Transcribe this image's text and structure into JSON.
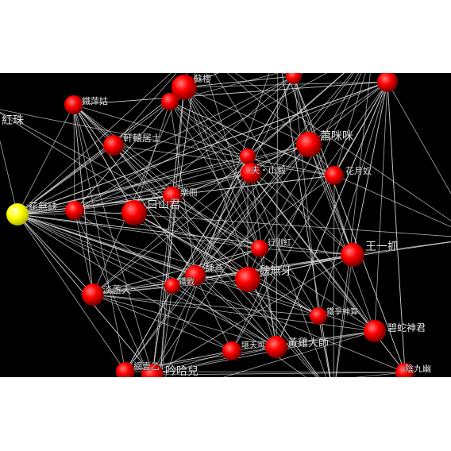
{
  "graph": {
    "background": "#000000",
    "edge_color": "#d9d9d9",
    "node_color": "#ff0000",
    "selected_node_color": "#ffff00",
    "selected_node": "花無缺"
  },
  "labels": {
    "hua_wuque": "花無缺",
    "tie_pinggu": "鐵萍姑",
    "hong_zhu": "紅珠",
    "top_label": "蘇櫻",
    "xiao_mimi": "蕭咪咪",
    "hua_yuenu": "花月奴",
    "xuanyu_jushi": "軒轅居士",
    "baishan_jun": "白山君",
    "label_mid": "樂冊",
    "label_peak": "夫・山毅",
    "wang_yizhua": "王一抓",
    "wei_wuya": "魏無牙",
    "label_small": "行剛紅",
    "wei_yan": "魏燕",
    "jiang_tian": "淡蘆天",
    "label_tie": "鐵戰",
    "bishe_shenjun": "碧蛇神君",
    "label_lower": "鐵爭神算",
    "huangji_dashi": "黃雞大師",
    "label_bottom": "堪天可",
    "hahaer": "吟哈兒",
    "label_bl": "網壹乙",
    "yin_jiuyou": "陰九幽"
  }
}
